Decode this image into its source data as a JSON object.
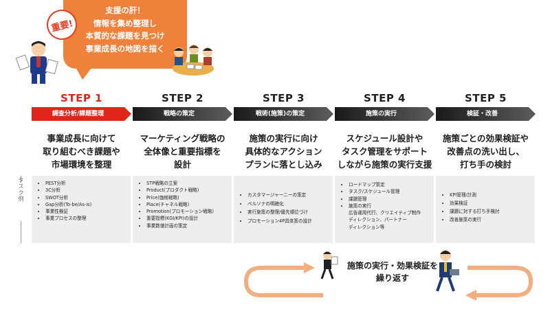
{
  "callout": {
    "badge": "重要!",
    "text": "支援の肝！\n情報を集め整理し\n本質的な課題を見つけ\n事業成長の地図を描く"
  },
  "steps": [
    {
      "label": "STEP 1",
      "title": "調査分析/課題整理",
      "description": "事業成長に向けて\n取り組むべき課題や\n市場環境を整理",
      "tasks": [
        "PEST分析",
        "3C分析",
        "SWOT分析",
        "Gap分析(To-be/As-is)",
        "事業性検証",
        "事業プロセスの整理"
      ]
    },
    {
      "label": "STEP 2",
      "title": "戦略の策定",
      "description": "マーケティング戦略の\n全体像と重要指標を\n設計",
      "tasks": [
        "STP戦略の立案",
        "Product(プロダクト戦略)",
        "Price(価格戦略)",
        "Place(チャネル戦略)",
        "Promotion(プロモーション戦略)",
        "重要指標(KGI/KPI)の設計",
        "事業数値計画の策定"
      ]
    },
    {
      "label": "STEP 3",
      "title": "戦術(施策)の策定",
      "description": "施策の実行に向け\n具体的なアクション\nプランに落とし込み",
      "tasks": [
        "カスタマージャーニーの策定",
        "ペルソナの明確化",
        "実行施策の整理/優先順位づけ",
        "プロモーション4P具体策の設計"
      ]
    },
    {
      "label": "STEP 4",
      "title": "施策の実行",
      "description": "スケジュール設計や\nタスク管理をサポート\nしながら施策の実行支援",
      "tasks": [
        "ロードマップ策定",
        "タスク/スケジュール管理",
        "課題管理",
        "施策の実行",
        "広告運用代行、クリエイティブ制作\nディレクション、パートナー\nディレクション等"
      ]
    },
    {
      "label": "STEP 5",
      "title": "検証・改善",
      "description": "施策ごとの効果検証や\n改善点の洗い出し、\n打ち手の検討",
      "tasks": [
        "KPI管理/計測",
        "効果検証",
        "課題に対する打ち手検討",
        "改善施策の実行"
      ]
    }
  ],
  "tasks_label": "タスク例",
  "cycle_text": "施策の実行・効果検証を\n繰り返す",
  "colors": {
    "accent_red": "#e0261b",
    "bubble_orange": "#f0813a",
    "cycle_arrow": "#f2ae7f",
    "bar_dark": "#2a2a2a"
  }
}
